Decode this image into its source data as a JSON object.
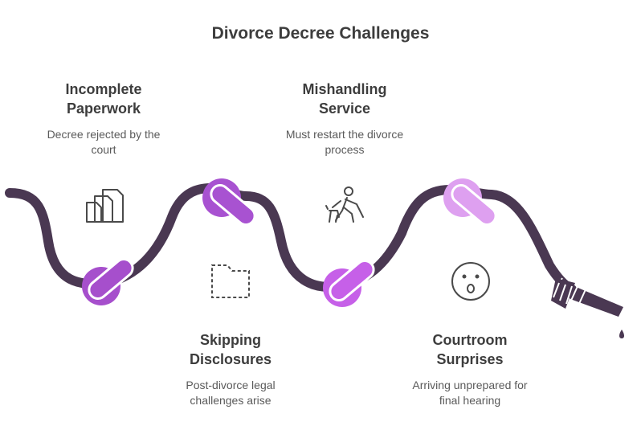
{
  "title": "Divorce Decree Challenges",
  "colors": {
    "rope": "#4a3852",
    "knot_1": "#a64fcc",
    "knot_2": "#a852d1",
    "knot_3": "#c660e8",
    "knot_4": "#dea0f0",
    "text_dark": "#3d3d3d",
    "text_body": "#5a5a5a",
    "icon": "#4a4a4a"
  },
  "items": [
    {
      "heading_lines": [
        "Incomplete",
        "Paperwork"
      ],
      "description_lines": [
        "Decree rejected by the",
        "court"
      ],
      "icon": "documents-icon"
    },
    {
      "heading_lines": [
        "Mishandling",
        "Service"
      ],
      "description_lines": [
        "Must restart the divorce",
        "process"
      ],
      "icon": "hiker-with-dog-icon"
    },
    {
      "heading_lines": [
        "Skipping",
        "Disclosures"
      ],
      "description_lines": [
        "Post-divorce legal",
        "challenges arise"
      ],
      "icon": "dashed-folder-icon"
    },
    {
      "heading_lines": [
        "Courtroom",
        "Surprises"
      ],
      "description_lines": [
        "Arriving unprepared for",
        "final hearing"
      ],
      "icon": "surprised-face-icon"
    }
  ]
}
